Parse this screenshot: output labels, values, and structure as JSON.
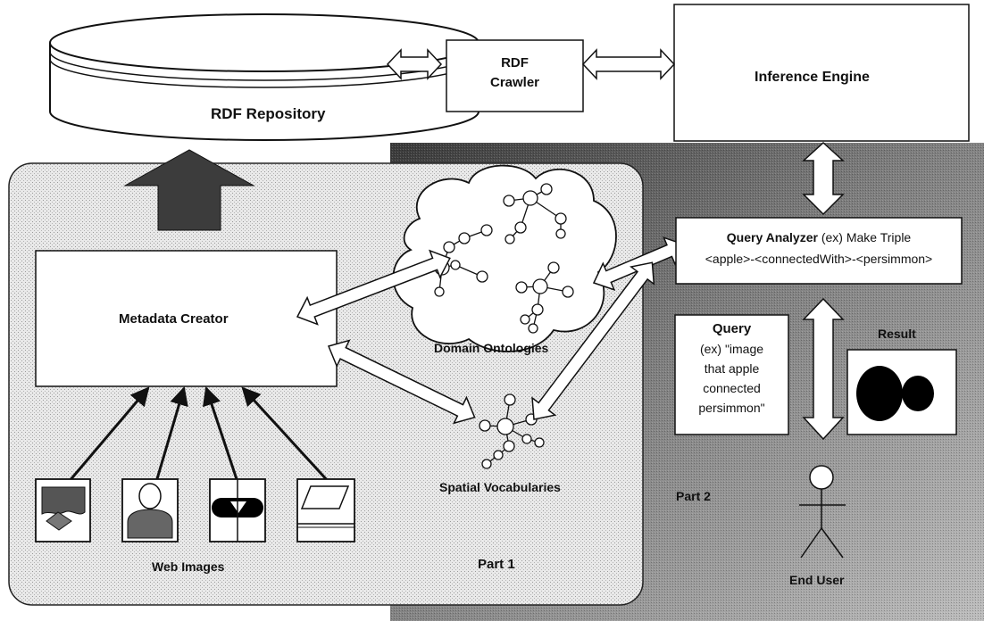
{
  "nodes": {
    "rdf_repository": "RDF Repository",
    "rdf_crawler_line1": "RDF",
    "rdf_crawler_line2": "Crawler",
    "inference_engine": "Inference Engine",
    "metadata_creator": "Metadata Creator",
    "domain_ontologies": "Domain Ontologies",
    "spatial_vocabularies": "Spatial Vocabularies",
    "web_images": "Web Images",
    "part1": "Part 1",
    "part2": "Part 2",
    "query_analyzer_title": "Query Analyzer",
    "query_analyzer_rest": " (ex) Make Triple",
    "query_analyzer_triple": "<apple>-<connectedWith>-<persimmon>",
    "query_title": "Query",
    "query_lines": [
      "(ex) \"image",
      "that apple",
      "connected",
      "persimmon\""
    ],
    "result": "Result",
    "end_user": "End User"
  },
  "icons": [
    "web-image-icon",
    "person-image-icon",
    "triangle-image-icon",
    "drawing-image-icon",
    "ontology-graph-icon",
    "stick-figure-icon"
  ],
  "colors": {
    "part1_bg": "#e7e7e7",
    "part2_bg": "#7a7a7a",
    "arrow_dark": "#3c3c3c",
    "line": "#111111"
  }
}
